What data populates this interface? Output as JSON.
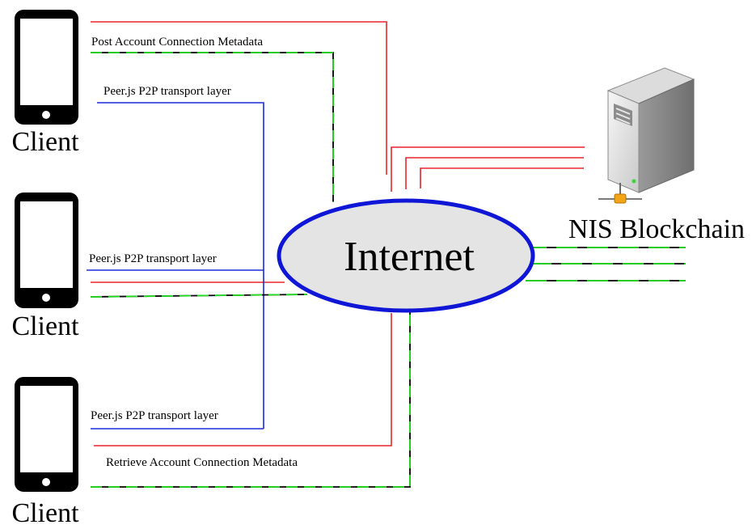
{
  "clients": [
    {
      "label": "Client"
    },
    {
      "label": "Client"
    },
    {
      "label": "Client"
    }
  ],
  "server": {
    "label": "NIS Blockchain"
  },
  "internet": {
    "label": "Internet"
  },
  "links": {
    "post_metadata": "Post Account Connection Metadata",
    "p2p_top": "Peer.js P2P transport layer",
    "p2p_mid": "Peer.js P2P transport layer",
    "p2p_bottom": "Peer.js P2P transport layer",
    "retrieve_metadata": "Retrieve Account Connection Metadata"
  },
  "colors": {
    "red_line": "#e8242b",
    "blue_line": "#1a2cd8",
    "green_line": "#22e01f",
    "black_line": "#000000",
    "ellipse_fill": "#e4e4e4",
    "ellipse_stroke": "#0f16d6"
  },
  "icons": {
    "client": "smartphone-icon",
    "server": "server-tower-icon"
  }
}
